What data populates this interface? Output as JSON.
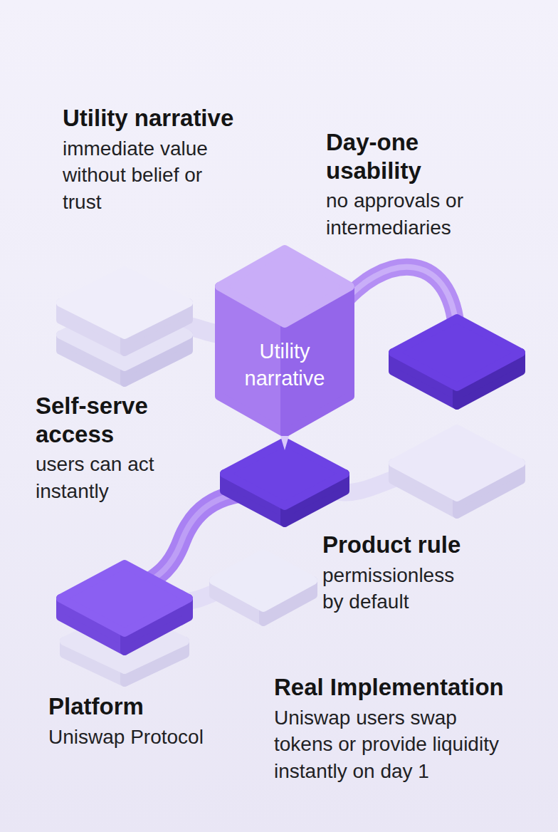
{
  "diagram": {
    "nodes": [
      {
        "text": [
          "Utility narrative"
        ]
      }
    ],
    "labels": [
      "Utility narrative",
      "immediate value without belief or trust",
      "Day-one usability",
      "no approvals or intermediaries",
      "Self-serve access",
      "users can act instantly",
      "Product rule",
      "permissionless by default",
      "Platform",
      "Uniswap Protocol",
      "Real Implementation",
      "Uniswap users swap tokens or provide liquidity instantly on day 1"
    ]
  }
}
